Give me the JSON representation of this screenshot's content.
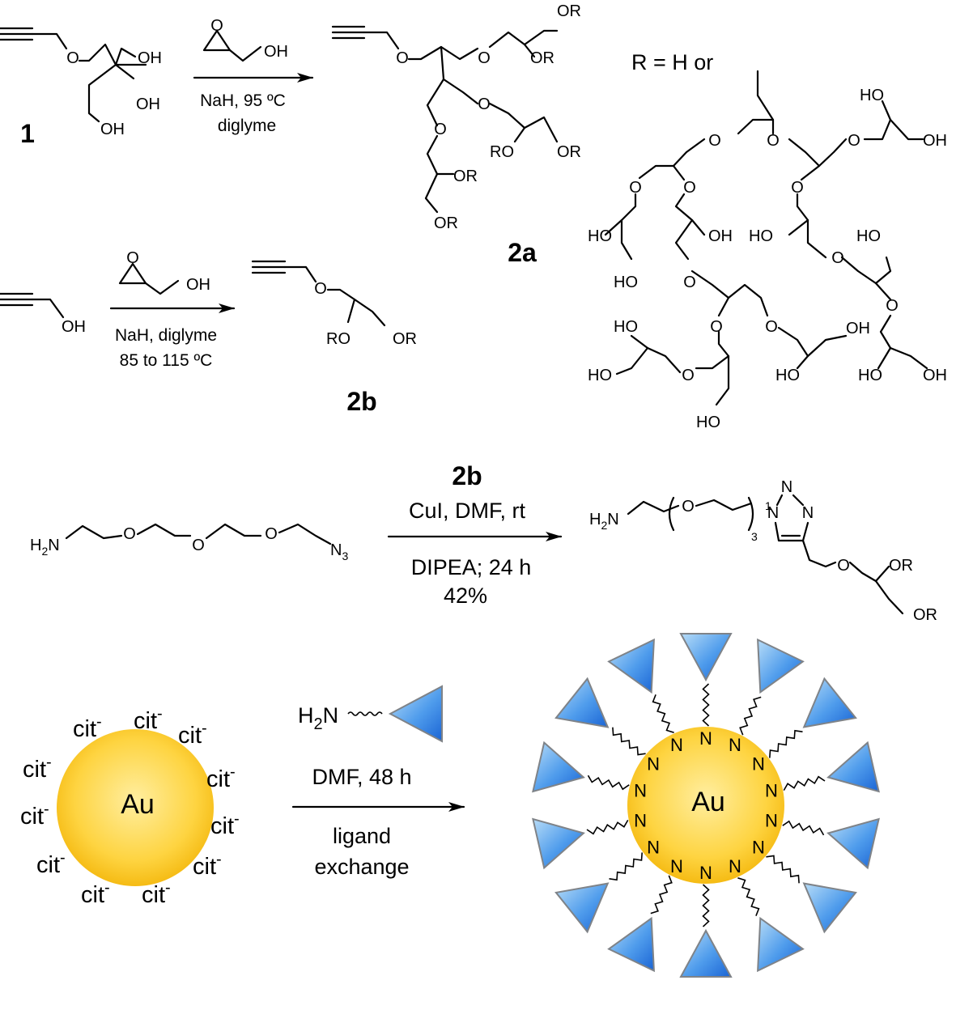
{
  "compounds": {
    "c1": "1",
    "c2a": "2a",
    "c2b": "2b",
    "r_def": "R = H or"
  },
  "atoms": {
    "O": "O",
    "OH": "OH",
    "HO": "HO",
    "OR": "OR",
    "RO": "RO",
    "N": "N",
    "NH2_H": "H",
    "NH2_sub": "2",
    "NH2_N": "N",
    "N3_N": "N",
    "N3_sub": "3",
    "repeat_sub": "3",
    "triazole_N1": "1",
    "triazole_N": "N",
    "Au": "Au",
    "cit": "cit",
    "cit_charge": "-"
  },
  "reactions": {
    "r1": {
      "above_reagent": "OH",
      "line1": "NaH, 95 ºC",
      "line2": "diglyme"
    },
    "r2": {
      "above_reagent": "OH",
      "line1": "NaH, diglyme",
      "line2": "85 to 115 ºC"
    },
    "r3": {
      "reagent": "2b",
      "line1": "CuI, DMF, rt",
      "line2": "DIPEA; 24 h",
      "line3": "42%"
    },
    "r4": {
      "line1": "DMF, 48 h",
      "line2": "ligand",
      "line3": "exchange"
    }
  },
  "colors": {
    "gold_center": "#ffeea0",
    "gold_edge": "#f5bb14",
    "ligand_light": "#b7dcf7",
    "ligand_dark": "#1a64d4",
    "ligand_outline": "#7f8388"
  },
  "icons": {
    "nanoparticle": "gold-nanoparticle",
    "ligand": "blue-triangle-ligand"
  }
}
